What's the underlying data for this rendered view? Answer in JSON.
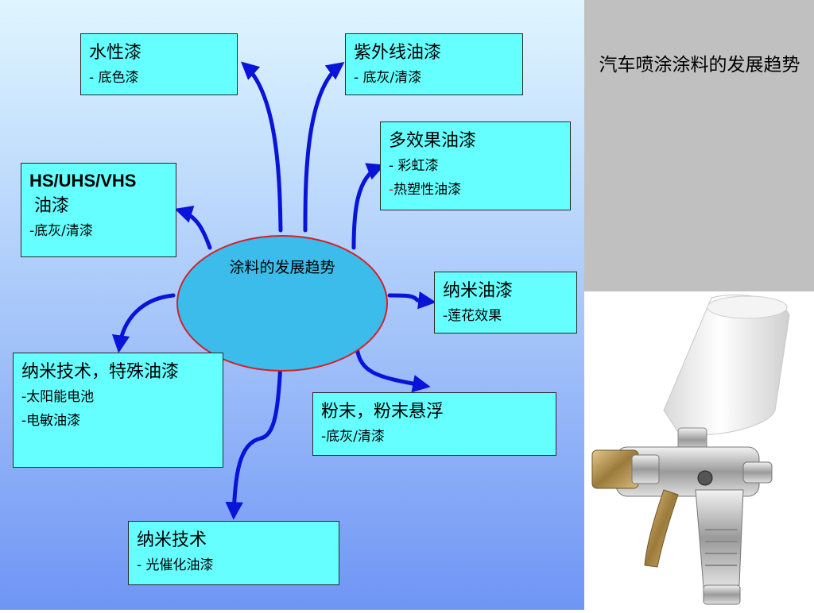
{
  "side_title": "汽车喷涂涂料的发展趋势",
  "center": "涂料的发展趋势",
  "boxes": [
    {
      "id": "waterborne",
      "title": "水性漆",
      "lines": [
        {
          "prefix": "- ",
          "text": "底色漆"
        }
      ]
    },
    {
      "id": "uv",
      "title": "紫外线油漆",
      "lines": [
        {
          "prefix": "- ",
          "text": "底灰/清漆"
        }
      ]
    },
    {
      "id": "multieffect",
      "title": "多效果油漆",
      "lines": [
        {
          "prefix": "- ",
          "text": "彩虹漆"
        },
        {
          "prefix": "-",
          "text": "热塑性油漆",
          "prefix_color": "#ff0000"
        }
      ]
    },
    {
      "id": "hs",
      "title": "HS/UHS/VHS",
      "title2": "油漆",
      "lines": [
        {
          "prefix": "-",
          "text": "底灰/清漆"
        }
      ]
    },
    {
      "id": "nanopaint",
      "title": "纳米油漆",
      "lines": [
        {
          "prefix": "-",
          "text": "莲花效果"
        }
      ]
    },
    {
      "id": "nanospecial",
      "title": "纳米技术，特殊油漆",
      "lines": [
        {
          "prefix": "-",
          "text": "太阳能电池"
        },
        {
          "prefix": "-",
          "text": "电敏油漆"
        }
      ]
    },
    {
      "id": "powder",
      "title": "粉末，粉末悬浮",
      "lines": [
        {
          "prefix": "-",
          "text": "底灰/清漆"
        }
      ]
    },
    {
      "id": "nanotech",
      "title": "纳米技术",
      "lines": [
        {
          "prefix": "- ",
          "text": "光催化油漆"
        }
      ]
    }
  ],
  "colors": {
    "box_fill": "#66ffff",
    "arrow": "#0a14d8",
    "ellipse_fill": "#3bbcea",
    "ellipse_border": "#d4202a",
    "side_panel": "#c0c0c0"
  },
  "photo": {
    "icon": "spray-gun-icon"
  }
}
